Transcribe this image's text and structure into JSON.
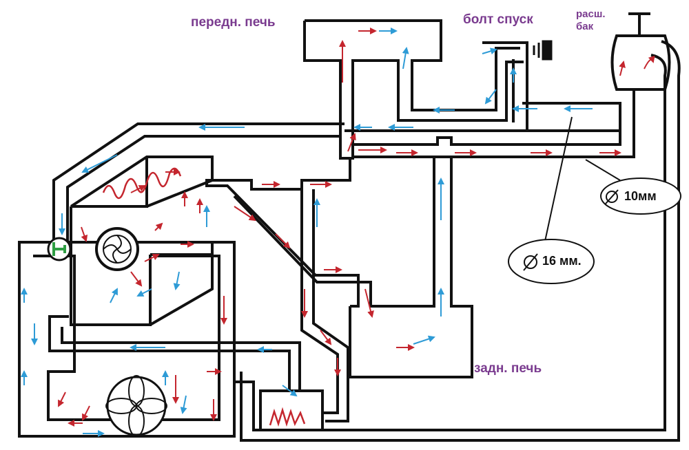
{
  "labels": {
    "front_heater": "передн. печь",
    "drain_bolt": "болт спуск",
    "exp_tank_line1": "расш.",
    "exp_tank_line2": "бак",
    "rear_heater": "задн. печь",
    "dia_10": "10мм",
    "dia_16": "16 мм."
  },
  "colors": {
    "pipe": "#111111",
    "hot_flow": "#c4262e",
    "cold_flow": "#2e9bd6",
    "thermostat": "#2f9e44",
    "label": "#7a3b8f"
  },
  "icons": [
    "engine-block",
    "water-pump",
    "thermostat",
    "radiator-fan",
    "expansion-tank",
    "drain-bolt",
    "rear-heater-coil",
    "diameter-symbol"
  ]
}
